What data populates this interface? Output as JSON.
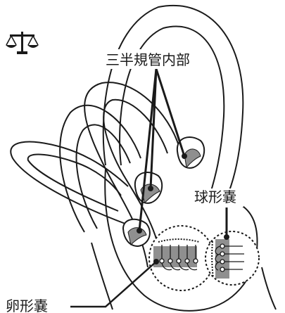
{
  "diagram": {
    "labels": {
      "semicircular_canals_inner": "三半規管内部",
      "saccule": "球形嚢",
      "utricle": "卵形嚢"
    },
    "icons": {
      "top_left": "balance-scale-icon"
    },
    "colors": {
      "outline": "#1a1a1a",
      "shade": "#8f8f8f",
      "background": "#ffffff"
    }
  }
}
